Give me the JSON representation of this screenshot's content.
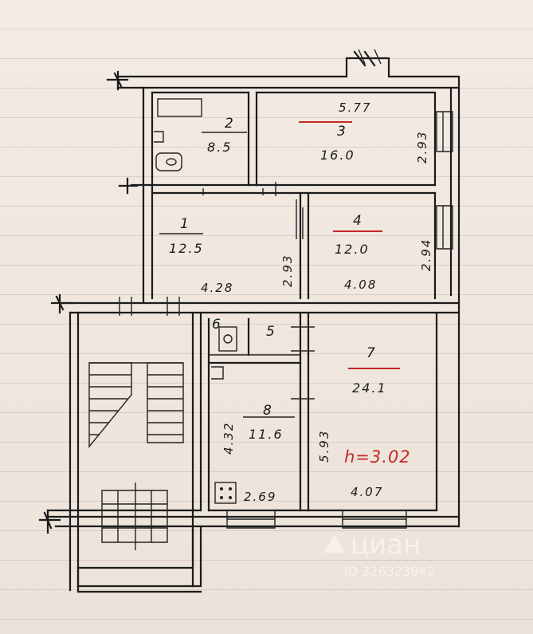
{
  "rooms": [
    {
      "id": "1",
      "label": "1",
      "area": "12.5",
      "width": "4.28",
      "depth": "2.93"
    },
    {
      "id": "2",
      "label": "2",
      "area": "8.5"
    },
    {
      "id": "3",
      "label": "3",
      "area": "16.0",
      "width": "5.77",
      "depth": "2.93"
    },
    {
      "id": "4",
      "label": "4",
      "area": "12.0",
      "width": "4.08",
      "depth": "2.94"
    },
    {
      "id": "5",
      "label": "5"
    },
    {
      "id": "6",
      "label": "6"
    },
    {
      "id": "7",
      "label": "7",
      "area": "24.1",
      "width": "4.07",
      "depth": "5.93"
    },
    {
      "id": "8",
      "label": "8",
      "area": "11.6",
      "width": "2.69",
      "depth": "4.32"
    }
  ],
  "ceiling_height": "h=3.02",
  "watermark": {
    "brand": "циан",
    "id_text": "ID 326323942"
  },
  "colors": {
    "ink": "#1b1b1b",
    "red": "#c62828",
    "paper": "#f3ebe4"
  }
}
